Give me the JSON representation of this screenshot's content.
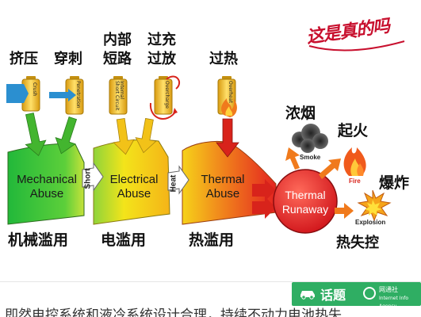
{
  "categories": [
    {
      "cn": "机械滥用",
      "en_line1": "Mechanical",
      "en_line2": "Abuse"
    },
    {
      "cn": "电滥用",
      "en_line1": "Electrical",
      "en_line2": "Abuse"
    },
    {
      "cn": "热滥用",
      "en_line1": "Thermal",
      "en_line2": "Abuse"
    }
  ],
  "triggers": [
    {
      "cn": "挤压",
      "en": "Crush"
    },
    {
      "cn": "穿刺",
      "en": "Penetration"
    },
    {
      "cn_line1": "内部",
      "cn_line2": "短路",
      "en_line1": "Internal",
      "en_line2": "Short Circuit"
    },
    {
      "cn_line1": "过充",
      "cn_line2": "过放",
      "en": "Overcharge"
    },
    {
      "cn": "过热",
      "en": "Overheat"
    }
  ],
  "connectors": [
    "Short",
    "Heat"
  ],
  "runaway": {
    "en_line1": "Thermal",
    "en_line2": "Runaway",
    "cn": "热失控"
  },
  "outcomes": [
    {
      "cn": "浓烟",
      "en": "Smoke"
    },
    {
      "cn": "起火",
      "en": "Fire"
    },
    {
      "cn": "爆炸",
      "en": "Explosion"
    }
  ],
  "stamp": "这是真的吗",
  "footer": {
    "text": "即然电控系统和液冷系统设计合理，持续不动力电池热失",
    "badge": "话题",
    "agency_line1": "网通社",
    "agency_line2": "Internet Info Agency"
  },
  "colors": {
    "green": "#3cc43a",
    "yellow": "#f5d600",
    "red": "#e42420",
    "orange": "#f07a1c",
    "arrow_green": "#43b52f",
    "arrow_yellow": "#f2c218",
    "arrow_red": "#d8231b",
    "stamp_red": "#c8102e",
    "footer_green": "#2fae63"
  }
}
